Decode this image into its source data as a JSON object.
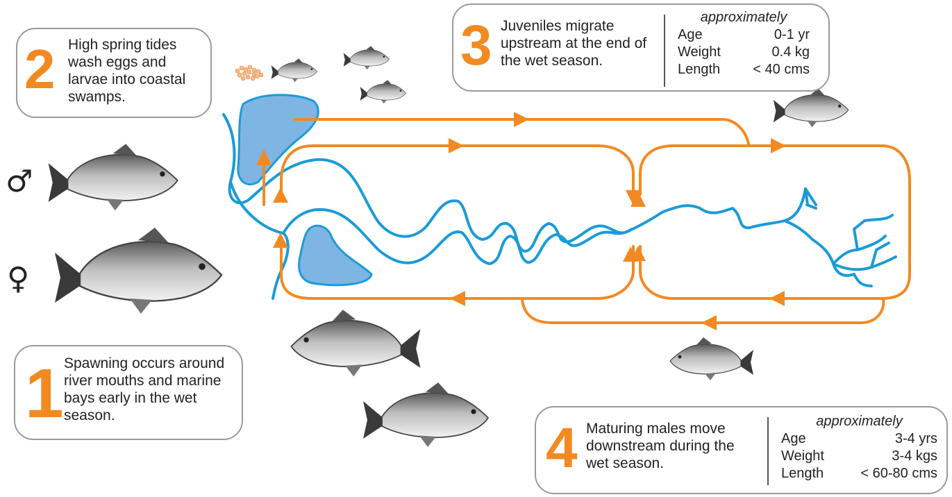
{
  "boxes": [
    {
      "number": "1",
      "text": "Spawning occurs around river mouths and marine bays early in the wet season."
    },
    {
      "number": "2",
      "text": "High spring tides wash eggs and larvae into coastal swamps."
    },
    {
      "number": "3",
      "text": "Juveniles migrate upstream at the end of the wet season.",
      "stats": {
        "heading": "approximately",
        "rows": [
          {
            "label": "Age",
            "value": "0-1 yr"
          },
          {
            "label": "Weight",
            "value": "0.4 kg"
          },
          {
            "label": "Length",
            "value": "< 40 cms"
          }
        ]
      }
    },
    {
      "number": "4",
      "text": "Maturing males move downstream during the wet season.",
      "stats": {
        "heading": "approximately",
        "rows": [
          {
            "label": "Age",
            "value": "3-4 yrs"
          },
          {
            "label": "Weight",
            "value": "3-4 kgs"
          },
          {
            "label": "Length",
            "value": "< 60-80 cms"
          }
        ]
      }
    }
  ],
  "symbols": {
    "male": "♂",
    "female": "♀"
  },
  "colors": {
    "accent": "#F28A21",
    "river": "#1B9BD7",
    "swamp": "#7FB5E3",
    "border": "#9a9a9a"
  }
}
